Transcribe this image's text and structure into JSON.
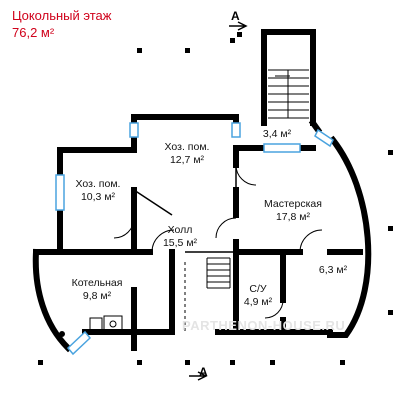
{
  "header": {
    "floor_title": "Цокольный этаж",
    "total_area": "76,2 м²"
  },
  "rooms": [
    {
      "name": "Хоз. пом.",
      "area": "12,7 м²"
    },
    {
      "name": "",
      "area": "3,4 м²"
    },
    {
      "name": "Хоз. пом.",
      "area": "10,3 м²"
    },
    {
      "name": "Мастерская",
      "area": "17,8 м²"
    },
    {
      "name": "Холл",
      "area": "15,5 м²"
    },
    {
      "name": "",
      "area": "6,3 м²"
    },
    {
      "name": "Котельная",
      "area": "9,8 м²"
    },
    {
      "name": "С/У",
      "area": "4,9 м²"
    }
  ],
  "section_marks": {
    "top": "А",
    "bottom": "А"
  },
  "watermark": "PARTHENON-HOUSE.RU",
  "colors": {
    "title": "#d0021b",
    "wall": "#000000",
    "window": "#4aa3df"
  }
}
